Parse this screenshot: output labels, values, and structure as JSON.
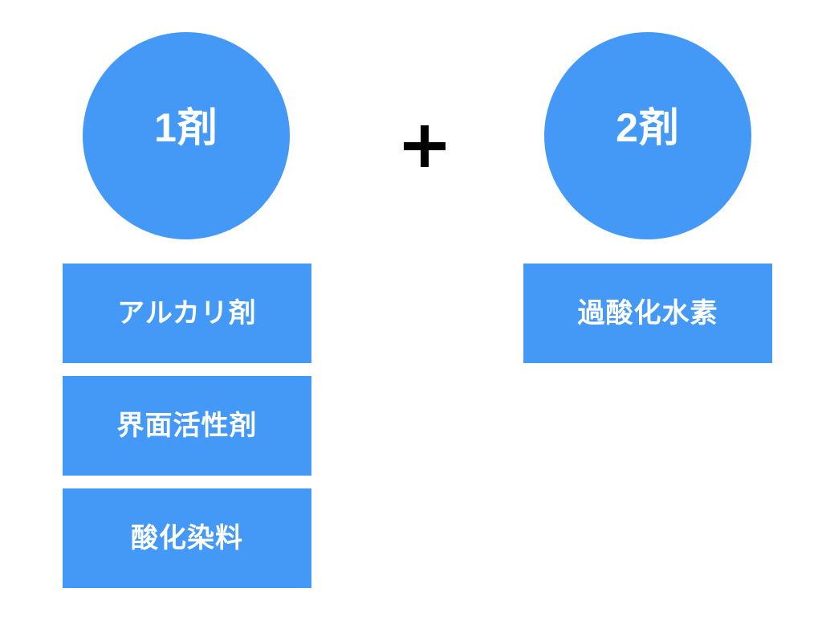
{
  "colors": {
    "background": "#FFFFFF",
    "shape_blue": "#4499F6",
    "label_white": "#FFFFFF",
    "plus_black": "#000000"
  },
  "diagram": {
    "plus_label": "+",
    "agent1": {
      "circle_label": "1剤",
      "ingredients": [
        "アルカリ剤",
        "界面活性剤",
        "酸化染料"
      ]
    },
    "agent2": {
      "circle_label": "2剤",
      "ingredients": [
        "過酸化水素"
      ]
    }
  }
}
